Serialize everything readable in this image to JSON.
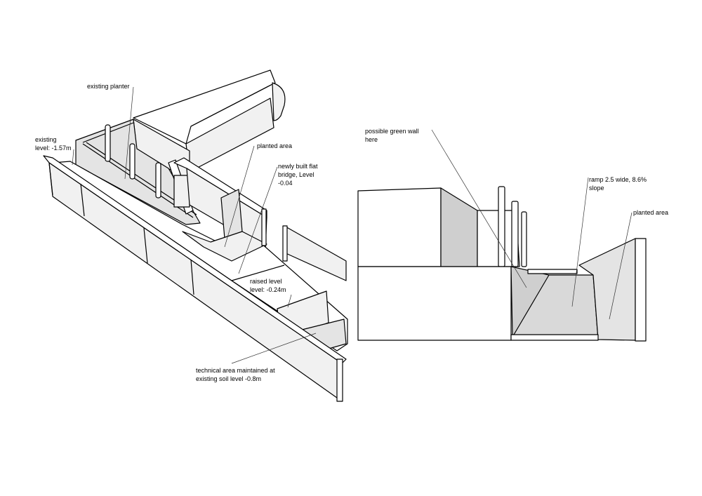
{
  "left_view": {
    "labels": {
      "existing_planter": "existing planter",
      "existing_level_1": "existing",
      "existing_level_2": "level: -1.57m",
      "planted_area": "planted area",
      "bridge_1": "newly built  flat",
      "bridge_2": "bridge, Level",
      "bridge_3": "-0.04",
      "raised_1": "raised level",
      "raised_2": "level: -0.24m",
      "technical_1": "technical area maintained at",
      "technical_2": "existing soil level -0.8m"
    }
  },
  "right_view": {
    "labels": {
      "green_wall_1": "possible green wall",
      "green_wall_2": "here",
      "ramp_1": "ramp 2.5 wide, 8.6%",
      "ramp_2": "slope",
      "planted_area": "planted area"
    }
  },
  "colors": {
    "line": "#000000",
    "shade": "#cfcfcf",
    "ramp": "#d9d9d9"
  }
}
